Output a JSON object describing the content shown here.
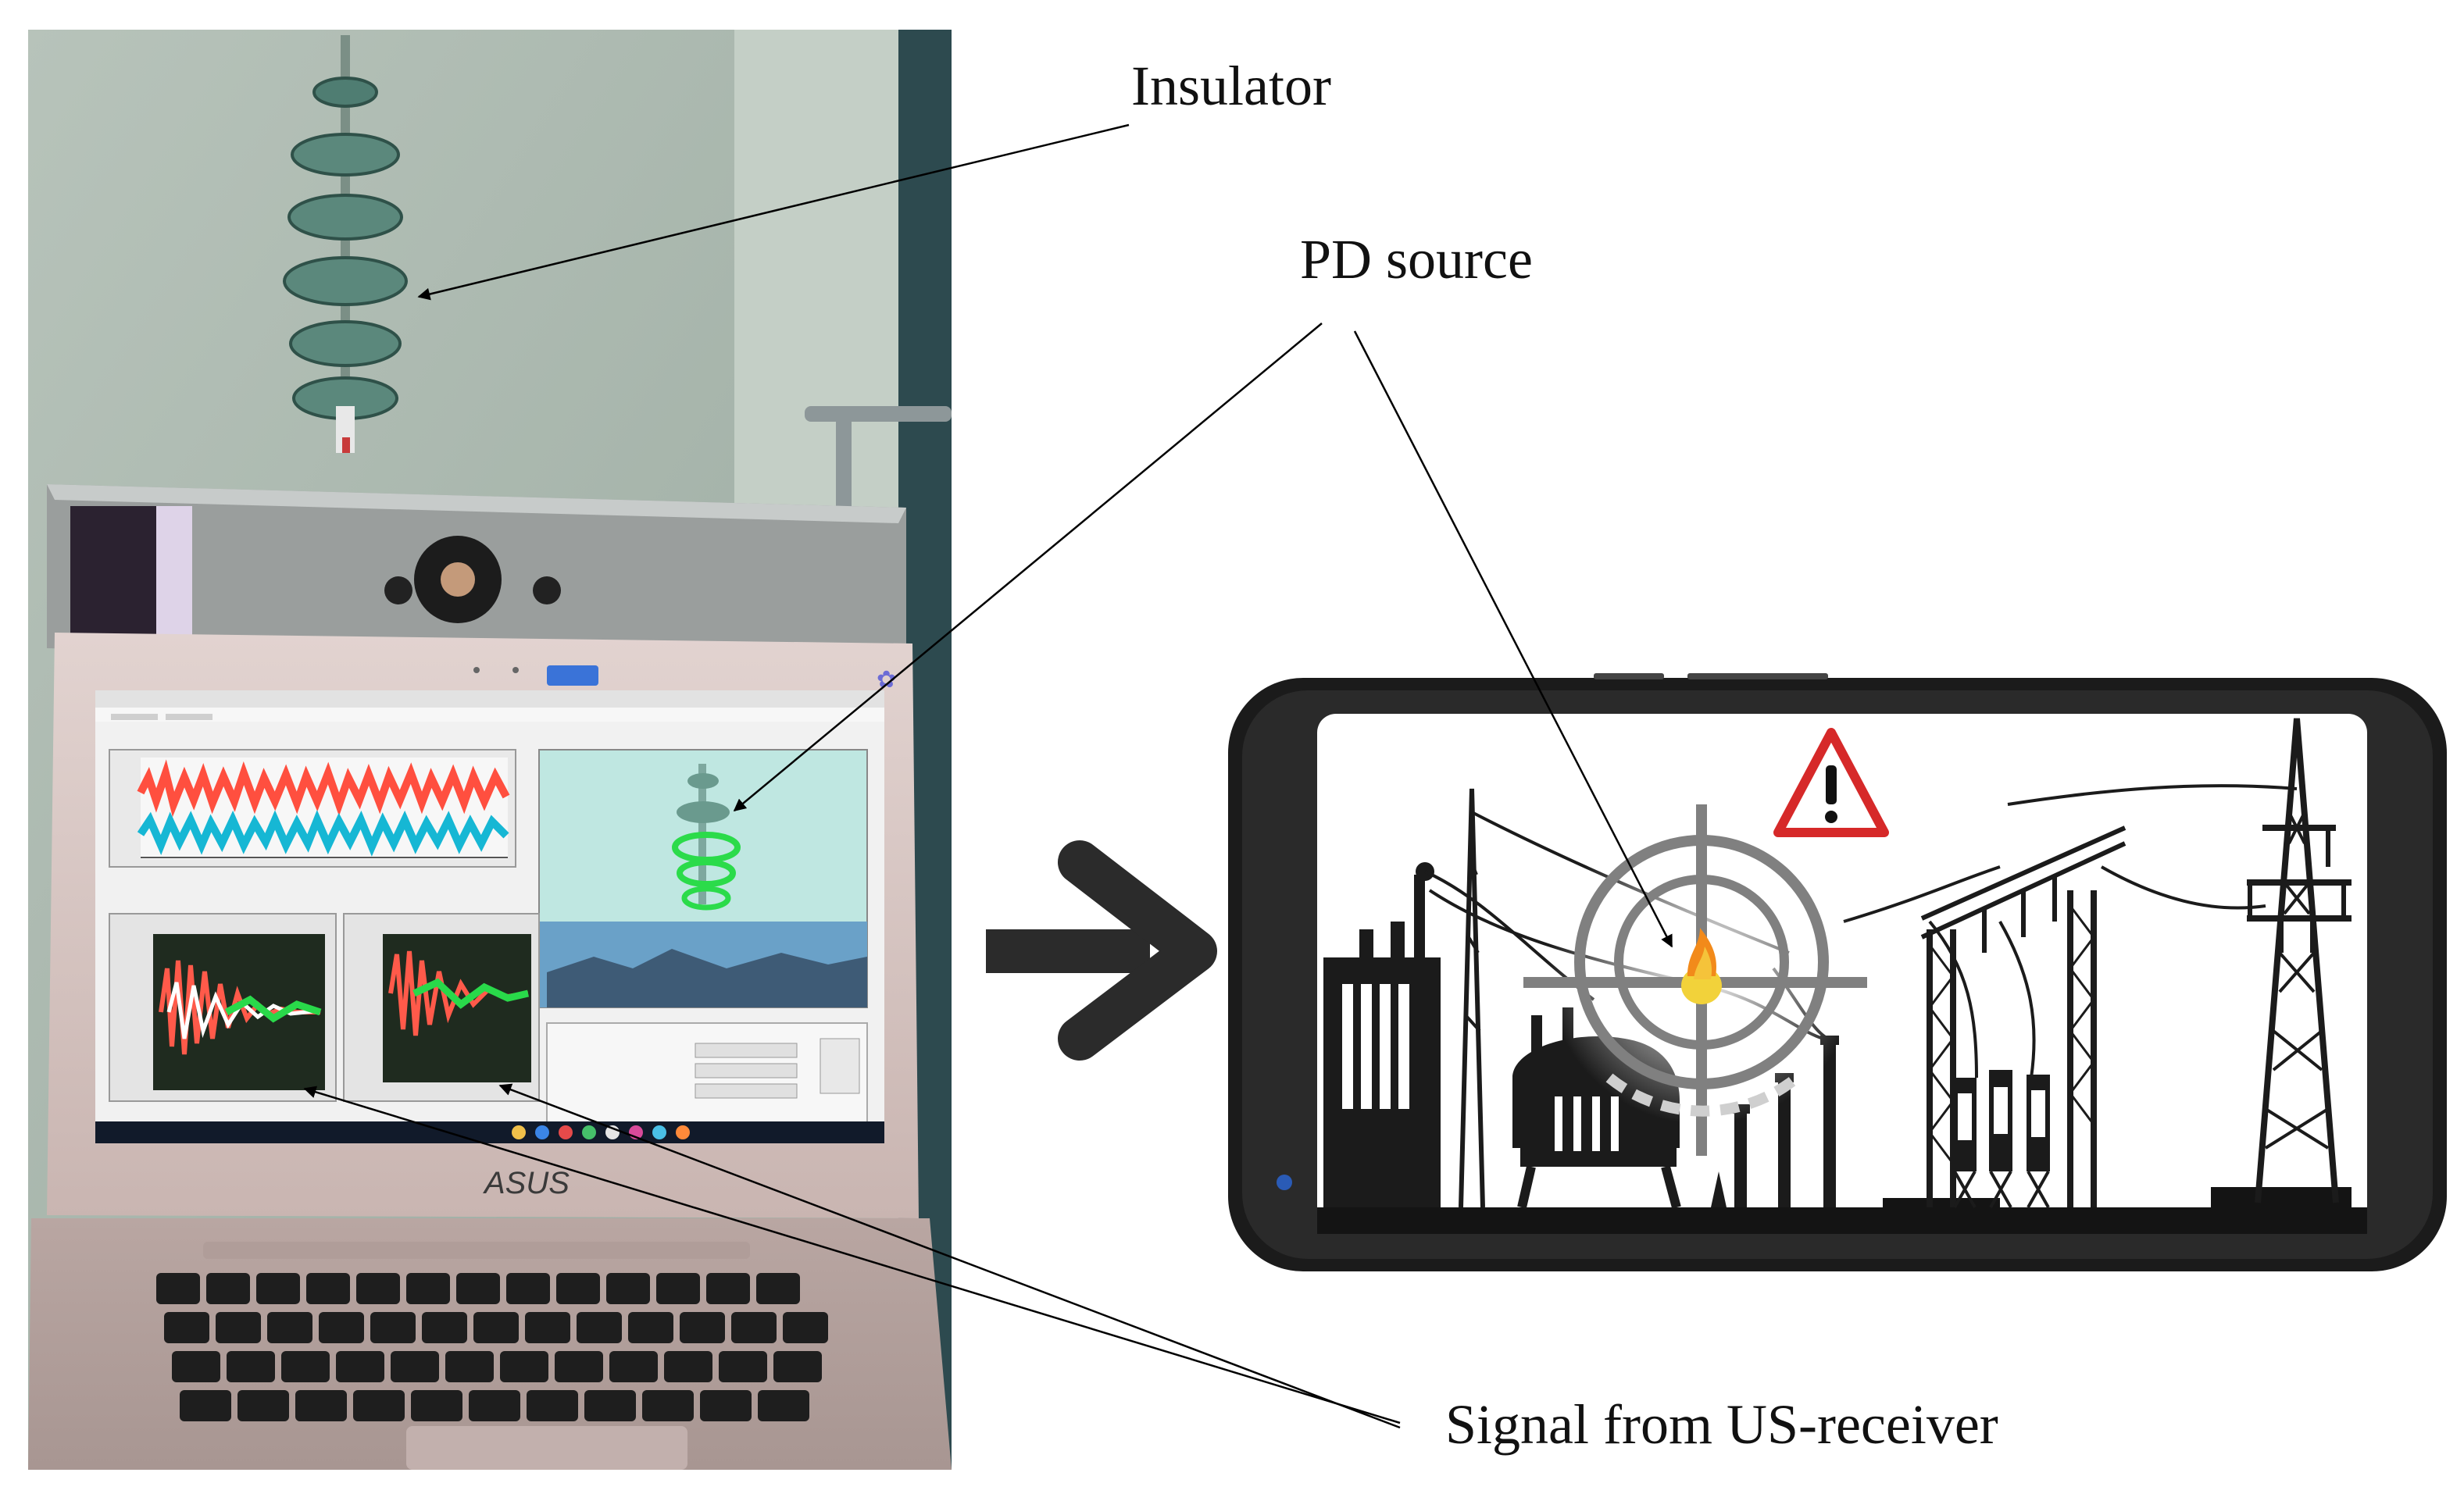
{
  "labels": {
    "insulator": "Insulator",
    "pd_source": "PD source",
    "signal": "Signal from US-receiver"
  },
  "laptop": {
    "brand": "ASUS"
  },
  "colors": {
    "wall": "#a9b7ad",
    "laptop_body": "#d7c6c4",
    "screen_bg": "#f2f2f2",
    "waveform_red": "#ff4f3f",
    "waveform_blue": "#16b7d4",
    "waveform_green": "#29d94a",
    "insulator_glass": "#4f7d72",
    "target_ring": "#808080",
    "warning_red": "#d62929",
    "arrow_dark": "#2b2b2b",
    "phone_frame": "#1b1b1b"
  },
  "icons": [
    "warning-icon",
    "crosshair-target-icon",
    "fire-icon",
    "right-arrow-icon",
    "camera-icon"
  ]
}
